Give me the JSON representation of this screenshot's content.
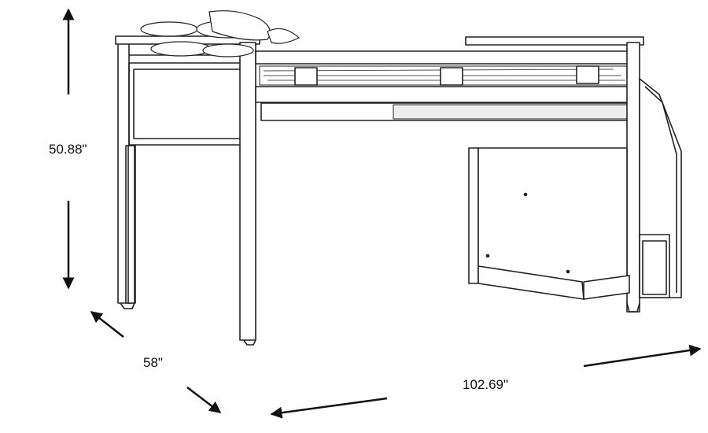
{
  "dimensions": {
    "height": "50.88\"",
    "depth": "58\"",
    "width": "102.69\""
  },
  "colors": {
    "line": "#222222",
    "background": "#ffffff"
  }
}
